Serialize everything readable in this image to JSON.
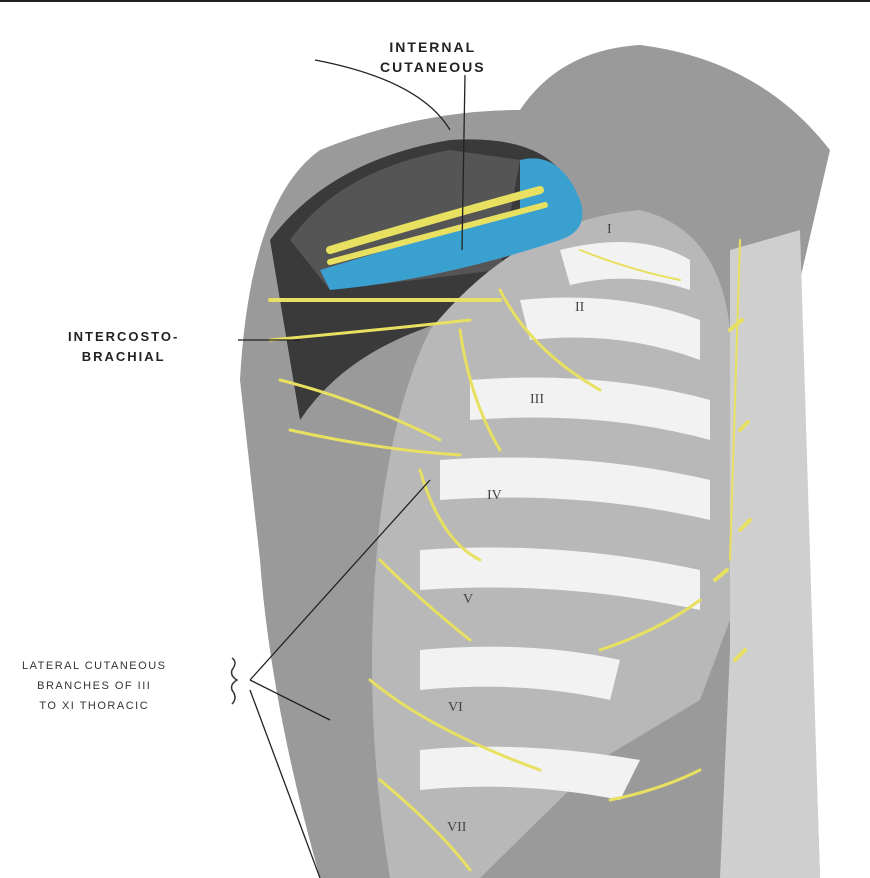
{
  "labels": {
    "internal_cutaneous": [
      "INTERNAL",
      "CUTANEOUS"
    ],
    "intercostobrachial": [
      "INTERCOSTO-",
      "BRACHIAL"
    ],
    "lateral_cutaneous": [
      "LATERAL CUTANEOUS",
      "BRANCHES OF III",
      "TO XI THORACIC"
    ]
  },
  "ribs": [
    "I",
    "II",
    "III",
    "IV",
    "V",
    "VI",
    "VII"
  ],
  "colors": {
    "nerve": "#e8e060",
    "vein": "#3aa0d0",
    "tissue": "#8a8a8a",
    "dark": "#2a2a2a"
  }
}
